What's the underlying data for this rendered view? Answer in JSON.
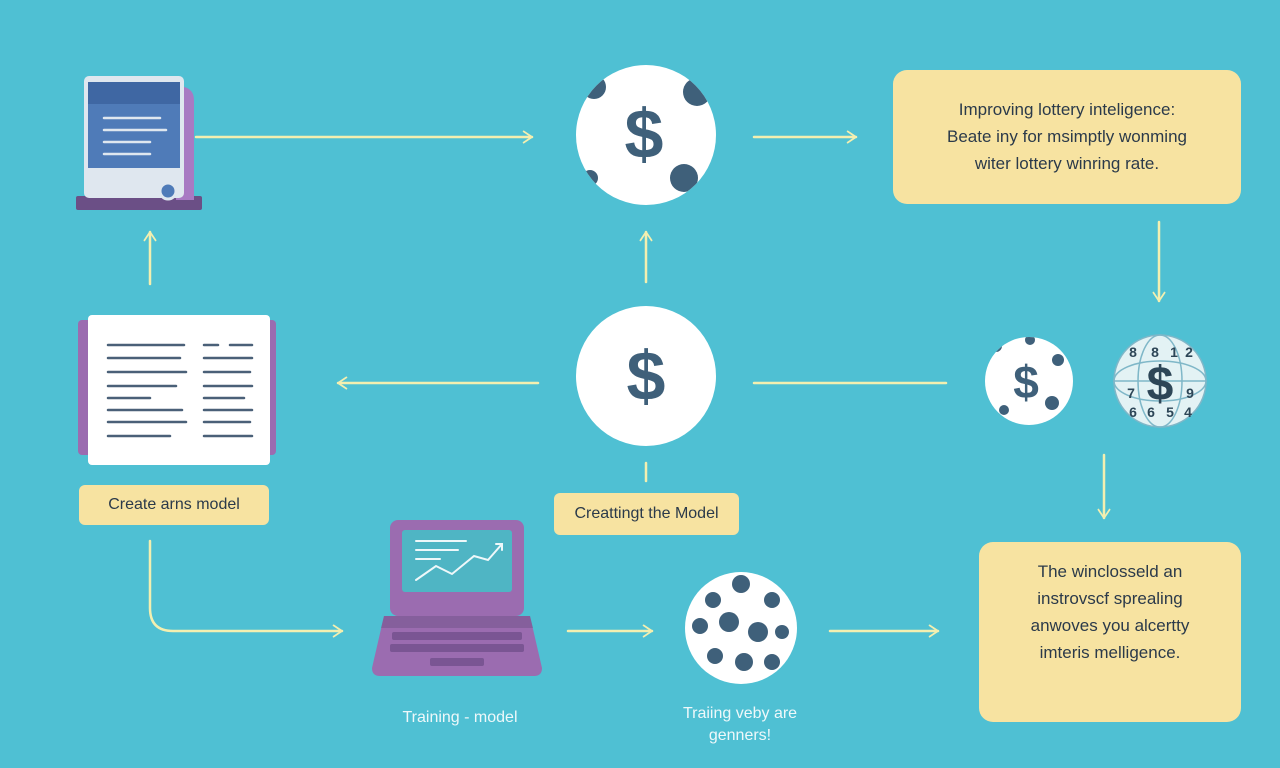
{
  "boxes": {
    "top_info": {
      "title": "Improving lottery inteligence:",
      "line1": "Beate iny for msimptly wonming",
      "line2": "witer lottery winring rate."
    },
    "bottom_info": {
      "line1": "The winclosseld an",
      "line2": "instrovscf sprealing",
      "line3": "anwoves you alcertty",
      "line4": "imteris melligence."
    },
    "create_model_label": "Create arns model",
    "creating_model_label": "Creattingt the Model"
  },
  "captions": {
    "training_model": "Training - model",
    "training_line1": "Traiing veby are",
    "training_line2": "genners!"
  },
  "icons": {
    "dollar_symbol": "$",
    "number_grid": [
      "8",
      "8",
      "1",
      "2",
      "7",
      "9",
      "6",
      "6",
      "5",
      "4"
    ]
  },
  "colors": {
    "background": "#4fc0d3",
    "arrow": "#f3efb0",
    "label_fill": "#f7e3a1",
    "ball_spot": "#3f607a",
    "purple": "#9b6cb0"
  }
}
